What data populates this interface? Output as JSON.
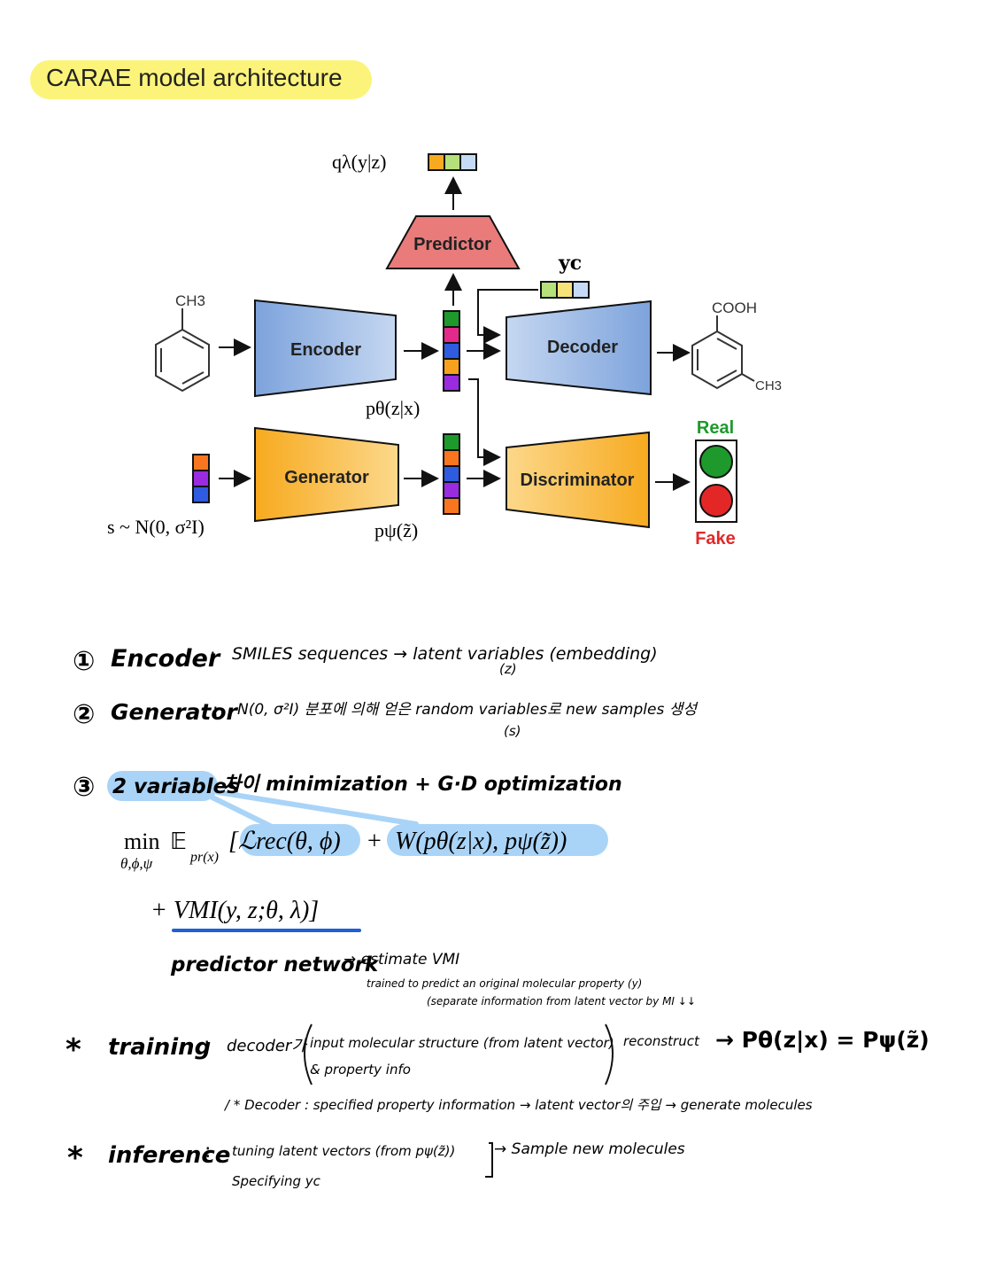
{
  "title": "CARAE model architecture",
  "diagram": {
    "predictor_label": "Predictor",
    "predictor_output": "qλ(y|z)",
    "encoder_label": "Encoder",
    "decoder_label": "Decoder",
    "generator_label": "Generator",
    "discriminator_label": "Discriminator",
    "yc_label": "yc",
    "p_theta_label": "pθ(z|x)",
    "p_psi_label": "pψ(z̃)",
    "noise_label": "s ~ N(0, σ²I)",
    "input_substituent": "CH3",
    "output_top_group": "COOH",
    "output_bottom_group": "CH3",
    "real_label": "Real",
    "fake_label": "Fake",
    "colors": {
      "predictor": "#e97b7b",
      "encoder": "#7da3dc",
      "decoder": "#c8d9f2",
      "generator": "#f7aa1f",
      "discriminator": "#f7aa1f",
      "real": "#1d9a2b",
      "fake": "#e32727"
    }
  },
  "notes": {
    "n1_marker": "①",
    "n1_term": "Encoder",
    "n1_colon": ":",
    "n1_text": "SMILES sequences → latent variables (embedding)",
    "n1_sub": "(z)",
    "n2_marker": "②",
    "n2_term": "Generator",
    "n2_colon": ":",
    "n2_text": "N(0, σ²I) 분포에 의해 얻은 random variables로 new samples 생성",
    "n2_sub": "(s)",
    "n3_marker": "③",
    "n3_highlight": "2 variables",
    "n3_text": "차이 minimization + G·D optimization",
    "eq_min": "min",
    "eq_sub": "θ,ϕ,ψ",
    "eq_expect": "𝔼",
    "eq_expect_sub": "pr(x)",
    "eq_loss": "[ℒrec(θ, ϕ)",
    "eq_plus": "+",
    "eq_w": "W(pθ(z|x), pψ(z̃))",
    "eq_vmi": "+ VMI(y, z;θ, λ)]",
    "predictor_note": "predictor network",
    "predictor_arrow_text": "→ estimate VMI",
    "predictor_detail_1": "trained to predict an original molecular property (y)",
    "predictor_detail_2": "(separate information from latent vector by MI ↓↓",
    "training_label": "training",
    "training_colon": ":",
    "training_pre": "decoder가",
    "training_paren_1": "input molecular structure (from latent vector)",
    "training_paren_2": "& property info",
    "training_post": "reconstruct",
    "training_result": "→ Pθ(z|x) = Pψ(z̃)",
    "decoder_note": "/ * Decoder : specified property information → latent vector의 주입 → generate molecules",
    "inference_label": "inference",
    "inference_colon": ":",
    "inference_1": "tuning latent vectors (from pψ(z̃))",
    "inference_2": "Specifying yc",
    "inference_result": "→ Sample new molecules"
  }
}
